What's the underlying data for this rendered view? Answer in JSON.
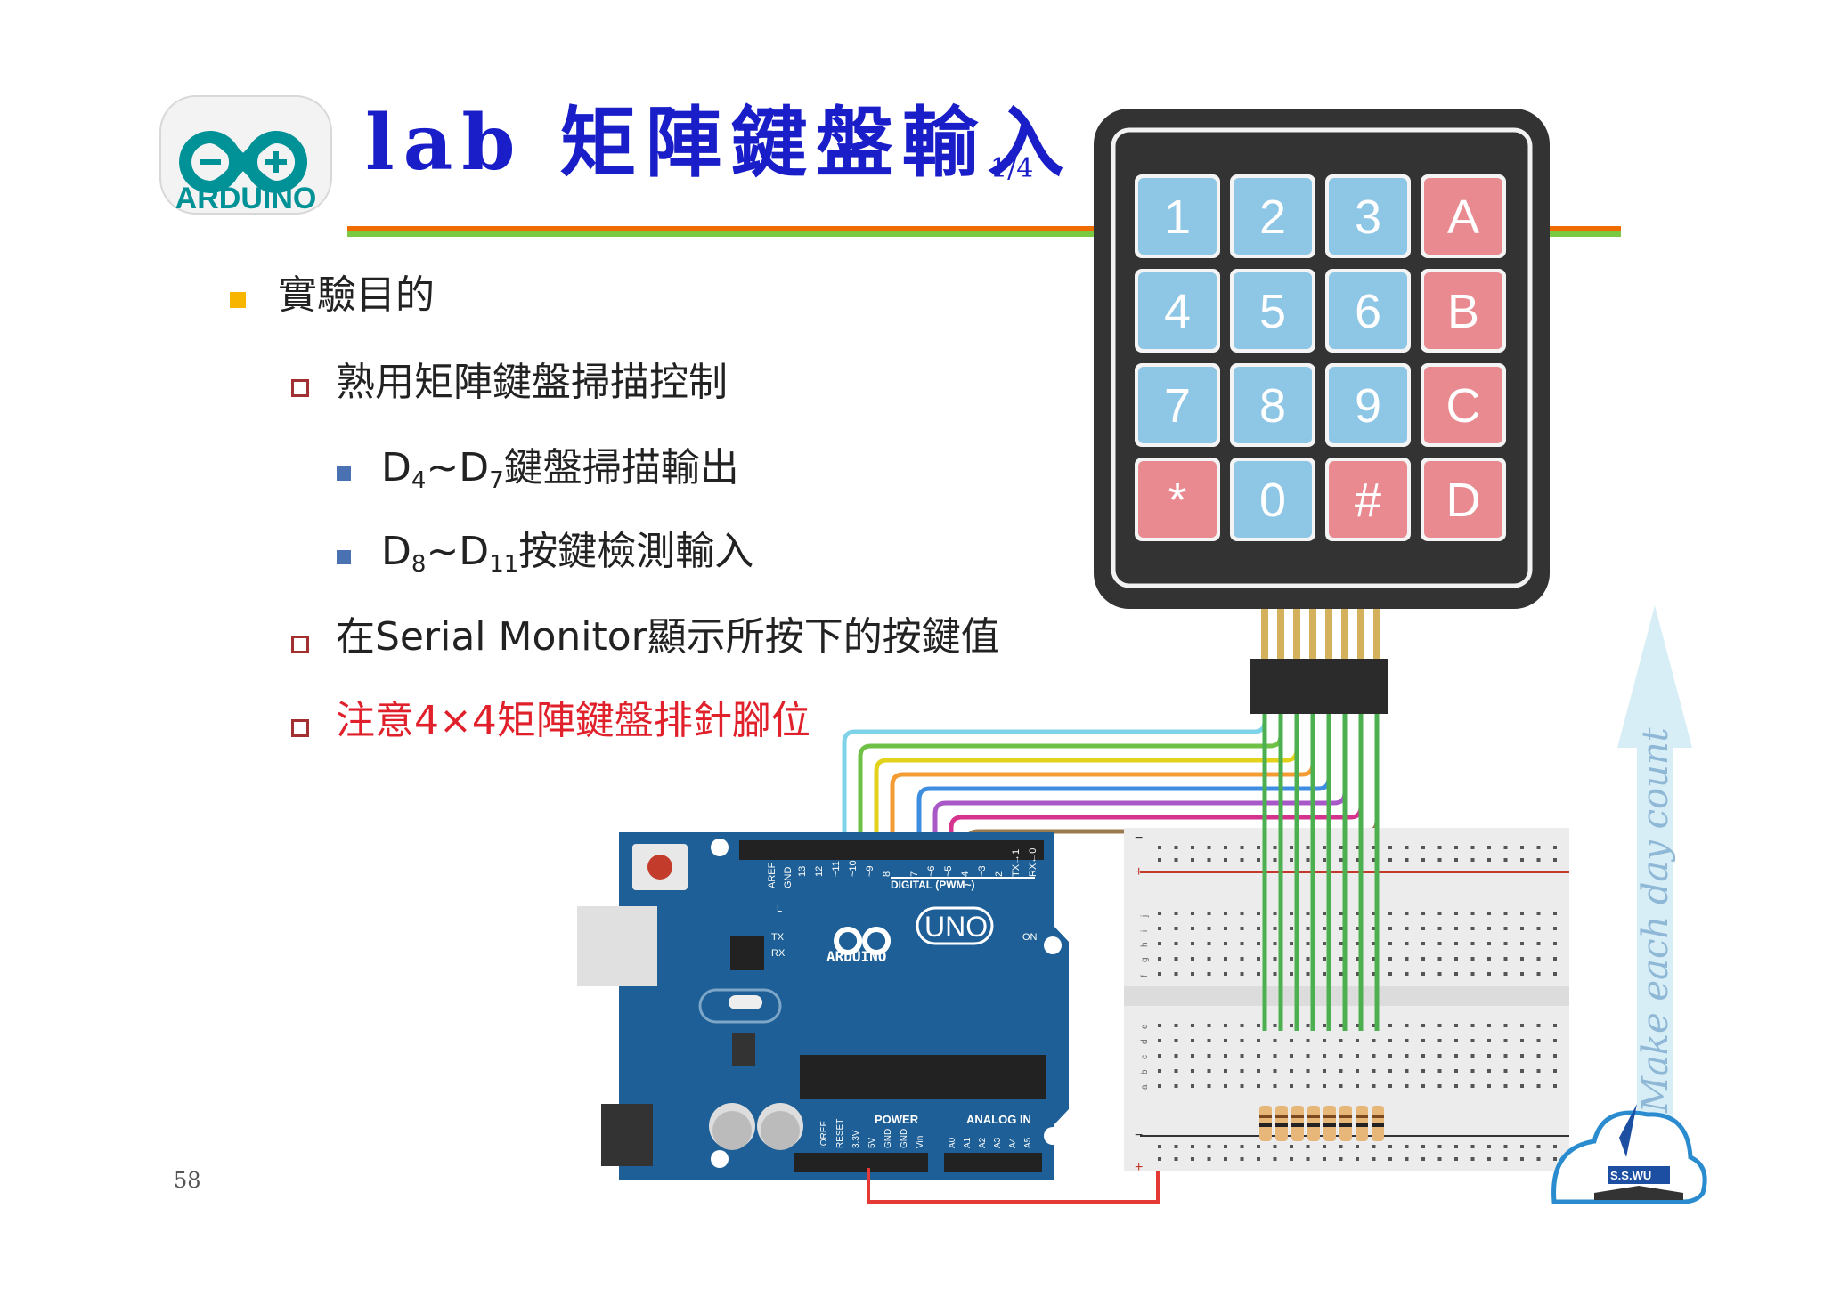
{
  "header": {
    "logo_text": "ARDUINO",
    "title": "lab 矩陣鍵盤輸入",
    "page_indicator": "1/4"
  },
  "bullets": {
    "b1": "實驗目的",
    "b1_1": "熟用矩陣鍵盤掃描控制",
    "b1_1_1": {
      "a": "D",
      "a_sub": "4",
      "mid": "~D",
      "b_sub": "7",
      "rest": "鍵盤掃描輸出"
    },
    "b1_1_2": {
      "a": "D",
      "a_sub": "8",
      "mid": "~D",
      "b_sub": "11",
      "rest": "按鍵檢測輸入"
    },
    "b1_2": "在Serial Monitor顯示所按下的按鍵值",
    "b1_3": "注意4×4矩陣鍵盤排針腳位"
  },
  "keypad": {
    "keys": [
      "1",
      "2",
      "3",
      "A",
      "4",
      "5",
      "6",
      "B",
      "7",
      "8",
      "9",
      "C",
      "*",
      "0",
      "#",
      "D"
    ]
  },
  "board": {
    "uno_label": "UNO",
    "brand": "ARDUINO",
    "digital_label": "DIGITAL (PWM~)",
    "power_label": "POWER",
    "analog_label": "ANALOG IN",
    "aref": "AREF",
    "gnd": "GND",
    "digital_pins": [
      "13",
      "12",
      "~11",
      "~10",
      "~9",
      "8",
      "7",
      "~6",
      "~5",
      "4",
      "~3",
      "2",
      "TX→1",
      "RX←0"
    ],
    "power_pins": [
      "IOREF",
      "RESET",
      "3.3V",
      "5V",
      "GND",
      "GND",
      "Vin"
    ],
    "analog_pins": [
      "A0",
      "A1",
      "A2",
      "A3",
      "A4",
      "A5"
    ],
    "l_label": "L",
    "tx_label": "TX",
    "rx_label": "RX",
    "on_label": "ON"
  },
  "breadboard": {
    "row_letters_top": [
      "j",
      "i",
      "h",
      "g",
      "f"
    ],
    "row_letters_bottom": [
      "e",
      "d",
      "c",
      "b",
      "a"
    ],
    "minus": "−",
    "plus": "+"
  },
  "watermark": "Make each day count",
  "badge_text": "S.S.WU",
  "page_number": "58",
  "colors": {
    "title_blue": "#1a1ec8",
    "stripe_orange": "#ef6c00",
    "stripe_green": "#7ac943",
    "key_blue": "#8ec6e6",
    "key_red": "#e88a8f",
    "board_blue": "#1d5f96",
    "logo_teal": "#009297",
    "alert_red": "#e0202a"
  }
}
